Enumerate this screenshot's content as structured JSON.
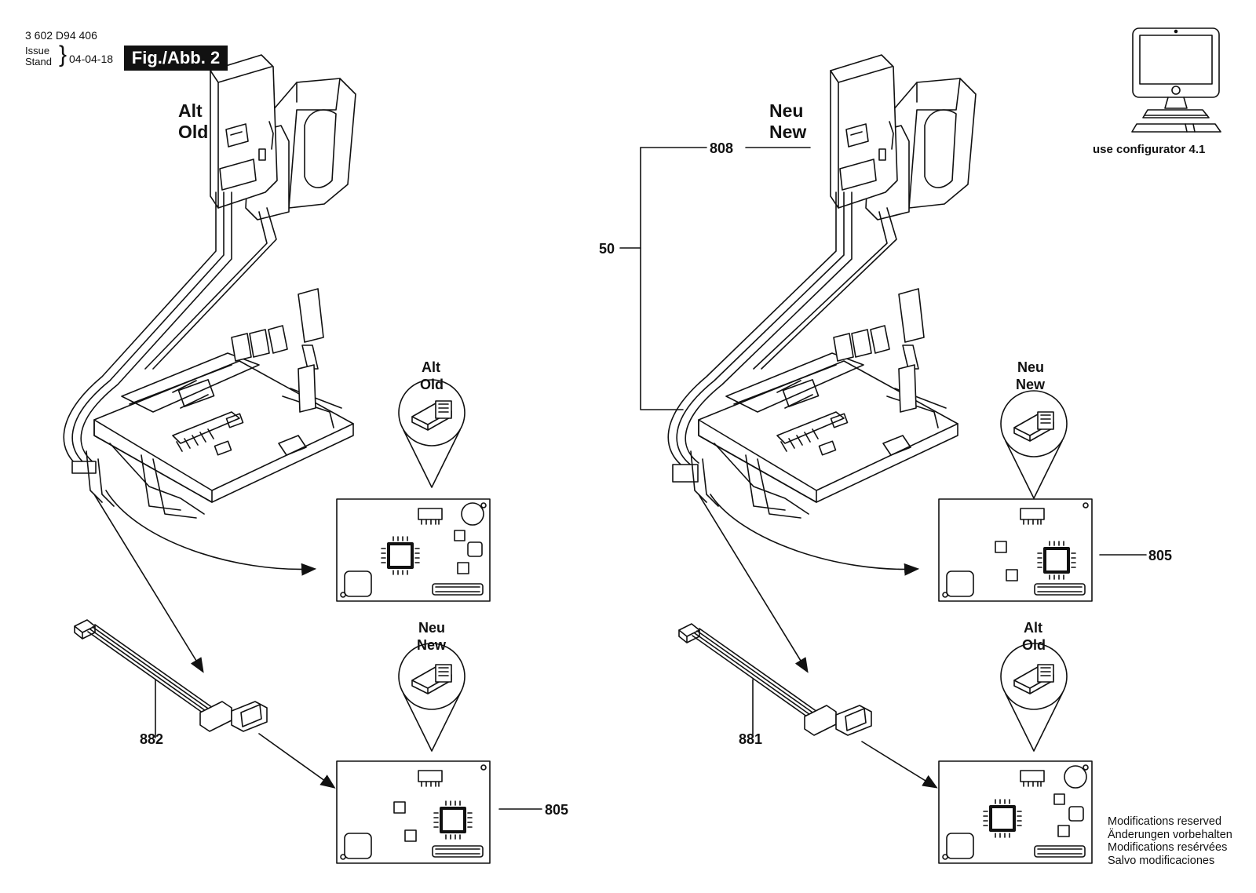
{
  "header": {
    "part_number": "3 602 D94 406",
    "issue_label": "Issue",
    "stand_label": "Stand",
    "date": "04-04-18",
    "figure_label": "Fig./Abb. 2"
  },
  "configurator": {
    "icon": "computer-monitor-icon",
    "caption": "use configurator 4.1"
  },
  "left_assembly": {
    "main_label_line1": "Alt",
    "main_label_line2": "Old",
    "upper_detail": {
      "line1": "Alt",
      "line2": "Old"
    },
    "lower_detail": {
      "line1": "Neu",
      "line2": "New"
    },
    "cable_part": "882",
    "board_part": "805"
  },
  "right_assembly": {
    "main_label_line1": "Neu",
    "main_label_line2": "New",
    "switch_part": "808",
    "kit_part": "50",
    "upper_detail": {
      "line1": "Neu",
      "line2": "New"
    },
    "lower_detail": {
      "line1": "Alt",
      "line2": "Old"
    },
    "cable_part": "881",
    "board_part": "805"
  },
  "notes": [
    "Modifications reserved",
    "Änderungen vorbehalten",
    "Modifications resérvées",
    "Salvo modificaciones"
  ]
}
